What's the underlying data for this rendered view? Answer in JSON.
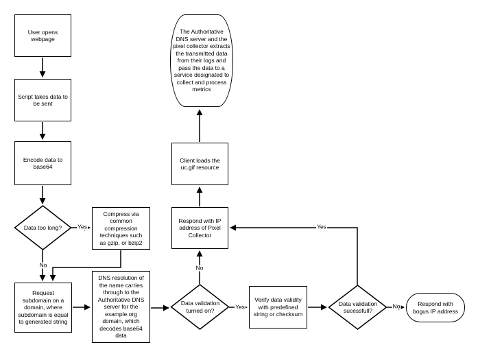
{
  "nodes": {
    "user_opens": {
      "text": "User opens webpage"
    },
    "script_takes": {
      "text": "Script takes data to be sent"
    },
    "encode": {
      "text": "Encode data to base64"
    },
    "too_long": {
      "text": "Data too long?"
    },
    "compress": {
      "text": "Compress via common compression techniques such as gzip, or bzip2"
    },
    "request_subdomain": {
      "text": "Request subdomain on a domain, where subdomain is equal to generated string"
    },
    "dns_resolution": {
      "text": "DNS resolution of the name carries through to the Authoritative DNS server for the example.org domain, which decodes base64 data"
    },
    "validation_on": {
      "text": "Data validation turned on?"
    },
    "verify": {
      "text": "Verify data validity with predefined string or checksum"
    },
    "validation_success": {
      "text": "Data validation sucessfull?"
    },
    "respond_bogus": {
      "text": "Respond with bogus IP address"
    },
    "respond_pixel": {
      "text": "Respond with IP address of Pixel Collector"
    },
    "client_loads": {
      "text": "Client loads the uc.gif resource"
    },
    "collector_process": {
      "text": "The Authoritative DNS server and the pixel collector extracts the transmitted data from their logs and pass the data to a service designated to collect and process metrics"
    }
  },
  "labels": {
    "too_long_yes": "Yes",
    "too_long_no": "No",
    "validation_on_yes": "Yes",
    "validation_on_no": "No",
    "validation_success_yes": "Yes",
    "validation_success_no": "No"
  },
  "colors": {
    "stroke": "#000000",
    "fill": "#ffffff",
    "text": "#000000"
  }
}
